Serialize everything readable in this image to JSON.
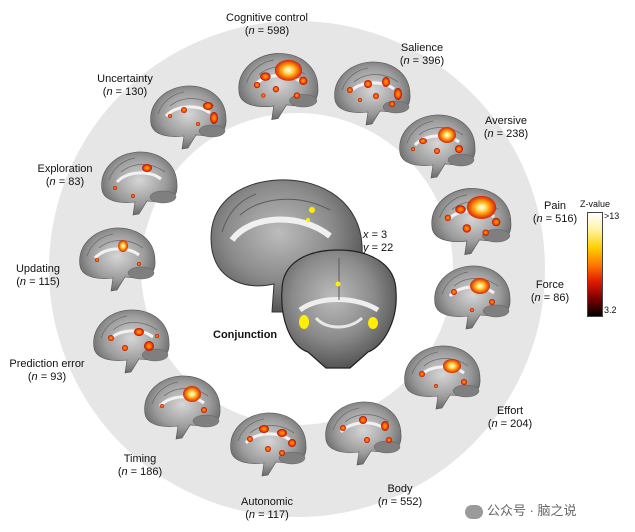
{
  "regions": [
    {
      "label": "Cognitive control",
      "n": "598"
    },
    {
      "label": "Salience",
      "n": "396"
    },
    {
      "label": "Aversive",
      "n": "238"
    },
    {
      "label": "Pain",
      "n": "516"
    },
    {
      "label": "Force",
      "n": "86"
    },
    {
      "label": "Effort",
      "n": "204"
    },
    {
      "label": "Body",
      "n": "552"
    },
    {
      "label": "Autonomic",
      "n": "117"
    },
    {
      "label": "Timing",
      "n": "186"
    },
    {
      "label": "Prediction error",
      "n": "93"
    },
    {
      "label": "Updating",
      "n": "115"
    },
    {
      "label": "Exploration",
      "n": "83"
    },
    {
      "label": "Uncertainty",
      "n": "130"
    }
  ],
  "n_prefix": "n",
  "center": {
    "label": "Conjunction",
    "x_label": "x",
    "x_value": "= 3",
    "y_label": "y",
    "y_value": "= 22"
  },
  "colorbar": {
    "title": "Z-value",
    "max": ">13",
    "min": "3.2",
    "colors": [
      "#ffffff",
      "#fff3a0",
      "#ffd000",
      "#ff7a00",
      "#e01a00",
      "#7a0000",
      "#000000"
    ]
  },
  "watermark": "公众号 · 脑之说"
}
